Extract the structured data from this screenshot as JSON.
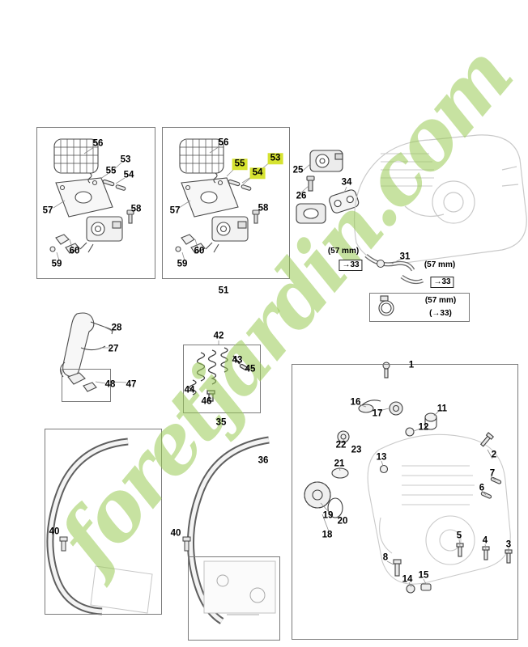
{
  "watermark": {
    "text": "foretjardin.com",
    "color": "#99ca54"
  },
  "colors": {
    "highlight": "#d6e331",
    "line": "#4b4b4b",
    "faded": "#c9c9c9",
    "box_border": "#7a7a7a"
  },
  "boxA": {
    "p56": "56",
    "p53": "53",
    "p55": "55",
    "p54": "54",
    "p57": "57",
    "p58": "58",
    "p60": "60",
    "p59": "59"
  },
  "boxB": {
    "p56": "56",
    "p53": "53",
    "p55": "55",
    "p54": "54",
    "p57": "57",
    "p58": "58",
    "p60": "60",
    "p59": "59",
    "group": "51",
    "highlighted_parts": [
      "53",
      "54",
      "55"
    ]
  },
  "muffler": {
    "p25": "25",
    "p26": "26",
    "p34": "34"
  },
  "hoses": {
    "p31": "31",
    "mm1": "(57 mm)",
    "ref1": "→33",
    "mm2": "(57 mm)",
    "ref2": "→33",
    "mm3": "(57 mm)",
    "ref3": "(→33)"
  },
  "handle": {
    "p28": "28",
    "p27": "27",
    "p48": "48",
    "p47": "47"
  },
  "springs": {
    "p42": "42",
    "p43": "43",
    "p45": "45",
    "p44": "44",
    "p46": "46",
    "group": "35"
  },
  "handlebars": {
    "p40_left": "40",
    "p40_mid": "40",
    "p36": "36"
  },
  "powerhead": {
    "p1": "1",
    "p16": "16",
    "p17": "17",
    "p11": "11",
    "p12": "12",
    "p22": "22",
    "p23": "23",
    "p21": "21",
    "p13": "13",
    "p2": "2",
    "p7": "7",
    "p6": "6",
    "p19": "19",
    "p20": "20",
    "p18": "18",
    "p5": "5",
    "p4": "4",
    "p3": "3",
    "p8": "8",
    "p14": "14",
    "p15": "15"
  }
}
